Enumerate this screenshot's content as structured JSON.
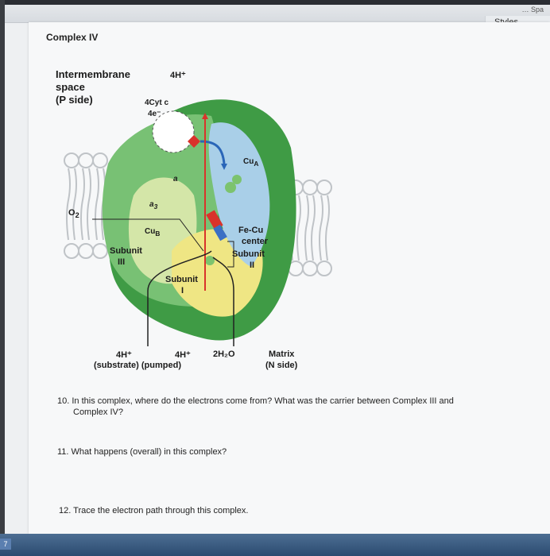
{
  "toolbar": {
    "top_right": "… Spa",
    "styles_label": "Styles"
  },
  "section_title": "Complex IV",
  "diagram": {
    "region_top": [
      "Intermembrane",
      "space",
      "(P side)"
    ],
    "h_top": "4H⁺",
    "cytc": "4Cyt c",
    "electrons": "4e⁻",
    "cua": "Cu",
    "cua_sub": "A",
    "a_label": "a",
    "a3_label": "a",
    "a3_sub": "3",
    "o2": "O",
    "o2_sub": "2",
    "cub": "Cu",
    "cub_sub": "B",
    "fecu": [
      "Fe-Cu",
      "center"
    ],
    "subunit_iii": [
      "Subunit",
      "III"
    ],
    "subunit_ii": [
      "Subunit",
      "II"
    ],
    "subunit_i": [
      "Subunit",
      "I"
    ],
    "h_sub": "4H⁺",
    "h_pump": "4H⁺",
    "water": "2H₂O",
    "sub_label": "(substrate) (pumped)",
    "matrix": [
      "Matrix",
      "(N side)"
    ]
  },
  "questions": [
    {
      "text": "10.  In this complex, where do the electrons come from? What was the carrier between Complex III and",
      "cont": "Complex IV?"
    },
    {
      "text": "11.  What happens (overall) in this complex?"
    },
    {
      "text": "12.  Trace the electron path through this complex."
    }
  ],
  "colors": {
    "dark_green": "#3f9b45",
    "mid_green": "#6cbb6a",
    "light_green": "#cfe2a5",
    "yellow": "#f2e98a",
    "blue": "#a9cfe8",
    "red": "#d9332b",
    "membrane": "#c9ccd0"
  },
  "taskbar": {
    "icon_text": "7"
  }
}
